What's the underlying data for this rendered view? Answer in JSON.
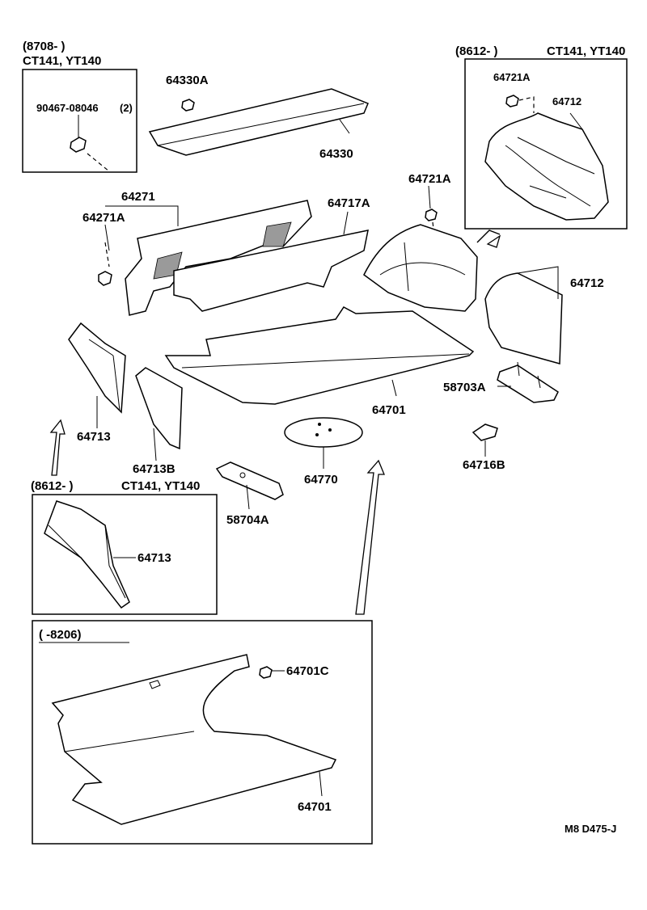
{
  "insets": {
    "top_left": {
      "range": "(8708-        )",
      "models": "CT141, YT140",
      "part": "90467-08046",
      "qty": "(2)"
    },
    "top_right": {
      "range": "(8612-        )",
      "models": "CT141, YT140",
      "part_a": "64721A",
      "part_b": "64712"
    },
    "mid_left": {
      "range": "(8612-        )",
      "models": "CT141, YT140",
      "part": "64713"
    },
    "bottom": {
      "range": "(          -8206)",
      "part_a": "64701C",
      "part_b": "64701"
    }
  },
  "labels": {
    "p64330A": "64330A",
    "p64330": "64330",
    "p64271": "64271",
    "p64271A": "64271A",
    "p64717A": "64717A",
    "p64721A": "64721A",
    "p64712": "64712",
    "p64701": "64701",
    "p58703A": "58703A",
    "p64713": "64713",
    "p64713B": "64713B",
    "p64770": "64770",
    "p64716B": "64716B",
    "p58704A": "58704A"
  },
  "footer": {
    "code": "M8 D475-J"
  }
}
